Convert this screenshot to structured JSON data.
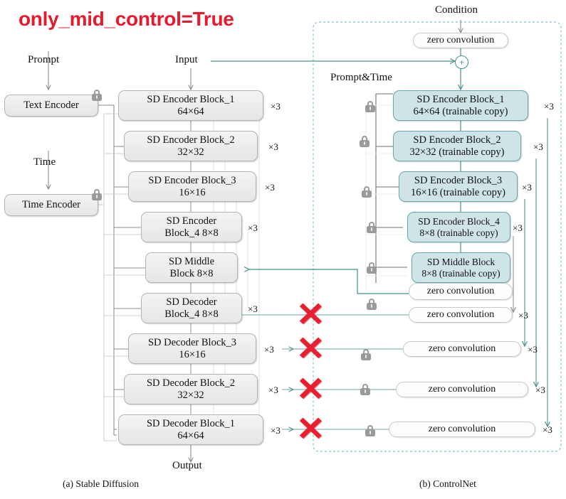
{
  "title": "only_mid_control=True",
  "accent_colors": {
    "title_red": "#e8192c",
    "x_red": "#e81f2e",
    "teal": "#3f8f8c",
    "controlnet_fill": "#cfe4e6",
    "controlnet_border": "#6aa7ab",
    "sd_fill": "#eeeeee",
    "lock_gray": "#9a9a9a"
  },
  "labels": {
    "prompt": "Prompt",
    "input": "Input",
    "time": "Time",
    "output": "Output",
    "condition": "Condition",
    "prompt_time": "Prompt&Time"
  },
  "captions": {
    "left": "(a) Stable Diffusion",
    "right": "(b) ControlNet"
  },
  "left_panel": {
    "encoders": [
      {
        "name": "text-encoder",
        "line1": "Text Encoder",
        "line2": "",
        "locked": true
      },
      {
        "name": "time-encoder",
        "line1": "Time Encoder",
        "line2": "",
        "locked": true
      }
    ],
    "blocks": [
      {
        "name": "sd-encoder-block-1",
        "line1": "SD Encoder Block_1",
        "line2": "64×64",
        "locked": true,
        "mult": "×3"
      },
      {
        "name": "sd-encoder-block-2",
        "line1": "SD Encoder Block_2",
        "line2": "32×32",
        "locked": true,
        "mult": "×3"
      },
      {
        "name": "sd-encoder-block-3",
        "line1": "SD Encoder Block_3",
        "line2": "16×16",
        "locked": true,
        "mult": "×3"
      },
      {
        "name": "sd-encoder-block-4",
        "line1": "SD Encoder",
        "line2": "Block_4 8×8",
        "locked": true,
        "mult": "×3"
      },
      {
        "name": "sd-middle-block",
        "line1": "SD Middle",
        "line2": "Block 8×8",
        "locked": true,
        "mult": ""
      },
      {
        "name": "sd-decoder-block-4",
        "line1": "SD Decoder",
        "line2": "Block_4 8×8",
        "locked": true,
        "mult": "×3"
      },
      {
        "name": "sd-decoder-block-3",
        "line1": "SD Decoder Block_3",
        "line2": "16×16",
        "locked": true,
        "mult": "×3"
      },
      {
        "name": "sd-decoder-block-2",
        "line1": "SD Decoder Block_2",
        "line2": "32×32",
        "locked": true,
        "mult": "×3"
      },
      {
        "name": "sd-decoder-block-1",
        "line1": "SD Decoder Block_1",
        "line2": "64×64",
        "locked": true,
        "mult": "×3"
      }
    ]
  },
  "right_panel": {
    "top_zero_convolution": "zero convolution",
    "plus": "+",
    "blocks": [
      {
        "name": "ctrl-encoder-block-1",
        "line1": "SD Encoder Block_1",
        "line2": "64×64 (trainable copy)",
        "mult": "×3"
      },
      {
        "name": "ctrl-encoder-block-2",
        "line1": "SD Encoder Block_2",
        "line2": "32×32 (trainable copy)",
        "mult": "×3"
      },
      {
        "name": "ctrl-encoder-block-3",
        "line1": "SD Encoder Block_3",
        "line2": "16×16 (trainable copy)",
        "mult": "×3"
      },
      {
        "name": "ctrl-encoder-block-4",
        "line1": "SD Encoder Block_4",
        "line2": "8×8 (trainable copy)",
        "mult": "×3"
      },
      {
        "name": "ctrl-middle-block",
        "line1": "SD Middle Block",
        "line2": "8×8 (trainable copy)",
        "mult": ""
      }
    ],
    "middle_zero_convolution": "zero convolution",
    "zero_convolutions": [
      {
        "name": "zero-convolution-1",
        "label": "zero convolution",
        "mult": "×3",
        "disabled": true
      },
      {
        "name": "zero-convolution-2",
        "label": "zero convolution",
        "mult": "×3",
        "disabled": true
      },
      {
        "name": "zero-convolution-3",
        "label": "zero convolution",
        "mult": "×3",
        "disabled": true
      },
      {
        "name": "zero-convolution-4",
        "label": "zero convolution",
        "mult": "×3",
        "disabled": true
      }
    ],
    "disabled_marker": "✕",
    "disabled_count": 4
  }
}
